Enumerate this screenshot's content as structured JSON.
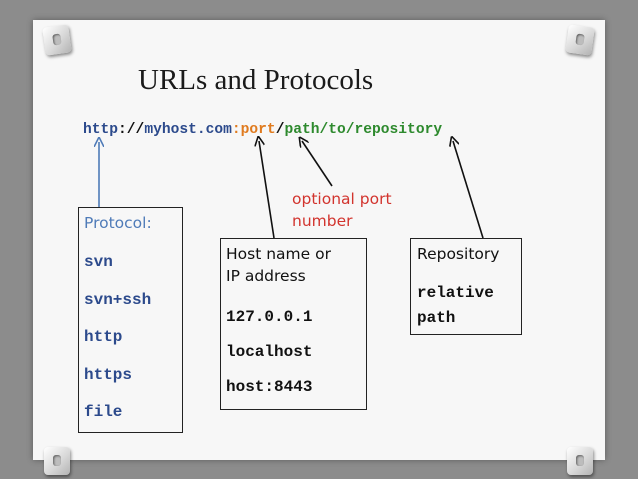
{
  "slide": {
    "title": "URLs and Protocols",
    "url": {
      "scheme": "http",
      "sep1": "://",
      "host": "myhost.com",
      "colon": ":",
      "port": "port",
      "slash": "/",
      "path": "path/to/repository"
    },
    "port_note": {
      "line1": "optional port",
      "line2": "number"
    },
    "protocol_box": {
      "label": "Protocol:",
      "items": [
        "svn",
        "svn+ssh",
        "http",
        "https",
        "file"
      ]
    },
    "host_box": {
      "label_line1": "Host name or",
      "label_line2": "IP address",
      "items": [
        "127.0.0.1",
        "localhost",
        "host:8443"
      ]
    },
    "repository_box": {
      "label": "Repository",
      "value_line1": "relative",
      "value_line2": "path"
    }
  },
  "colors": {
    "scheme_host": "#2c4a8c",
    "port": "#e07b1f",
    "path": "#2e8a2e",
    "port_note": "#d2342e",
    "protocol_label": "#4f7bb8",
    "background": "#8c8c8c",
    "slide": "#f7f7f7"
  }
}
